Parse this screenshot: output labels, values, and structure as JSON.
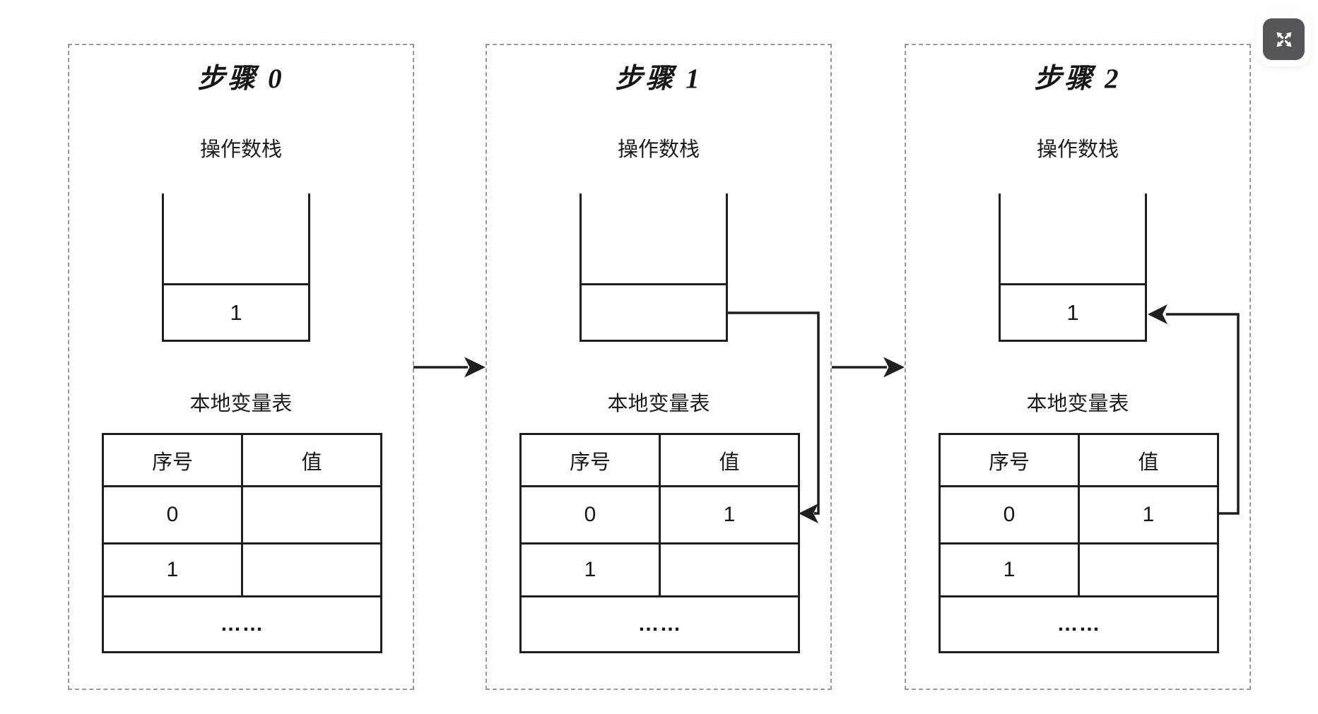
{
  "diagram": {
    "background": "#ffffff",
    "line_color": "#1f1f1f",
    "panel_border_color": "#9a9a9a"
  },
  "panels": [
    {
      "title": "步骤 0",
      "stack_label": "操作数栈",
      "stack_value": "1",
      "table_label": "本地变量表",
      "table": {
        "headers": [
          "序号",
          "值"
        ],
        "rows": [
          [
            "0",
            ""
          ],
          [
            "1",
            ""
          ]
        ],
        "more": "……"
      }
    },
    {
      "title": "步骤 1",
      "stack_label": "操作数栈",
      "stack_value": "",
      "table_label": "本地变量表",
      "table": {
        "headers": [
          "序号",
          "值"
        ],
        "rows": [
          [
            "0",
            "1"
          ],
          [
            "1",
            ""
          ]
        ],
        "more": "……"
      }
    },
    {
      "title": "步骤 2",
      "stack_label": "操作数栈",
      "stack_value": "1",
      "table_label": "本地变量表",
      "table": {
        "headers": [
          "序号",
          "值"
        ],
        "rows": [
          [
            "0",
            "1"
          ],
          [
            "1",
            ""
          ]
        ],
        "more": "……"
      }
    }
  ],
  "arrows": [
    {
      "name": "arrow-step0-to-step1"
    },
    {
      "name": "arrow-step1-to-step2"
    },
    {
      "name": "arrow-stack-to-local-var-0"
    },
    {
      "name": "arrow-local-var-0-to-stack"
    }
  ],
  "controls": {
    "fullscreen_button": {
      "icon": "expand-icon",
      "background": "#55555a"
    }
  }
}
